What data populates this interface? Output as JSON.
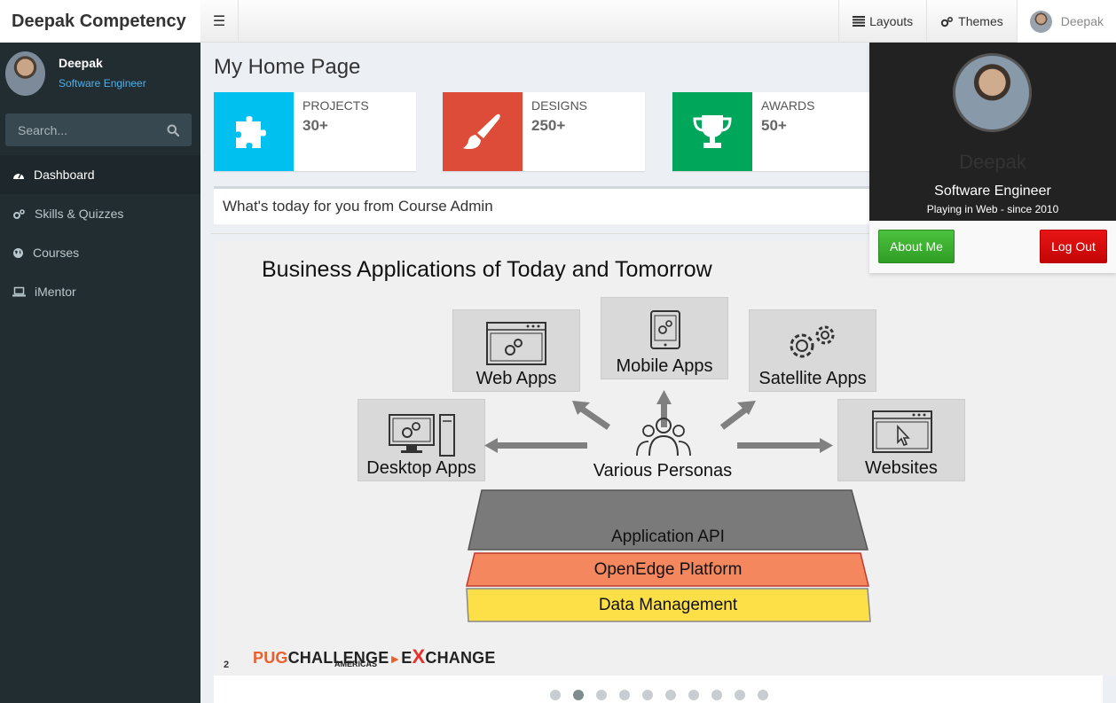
{
  "brand": "Deepak Competency",
  "navbar": {
    "toggle_icon": "bars-icon",
    "layouts_label": "Layouts",
    "themes_label": "Themes",
    "user_name": "Deepak"
  },
  "sidebar": {
    "user_name": "Deepak",
    "user_role": "Software Engineer",
    "search_placeholder": "Search...",
    "items": [
      {
        "label": "Dashboard",
        "icon": "dashboard-icon",
        "active": true
      },
      {
        "label": "Skills & Quizzes",
        "icon": "cogs-icon",
        "active": false
      },
      {
        "label": "Courses",
        "icon": "globe-icon",
        "active": false
      },
      {
        "label": "iMentor",
        "icon": "laptop-icon",
        "active": false
      }
    ]
  },
  "main": {
    "page_title": "My Home Page",
    "info_boxes": [
      {
        "label": "PROJECTS",
        "value": "30+",
        "color": "#00c0ef",
        "icon": "puzzle-icon"
      },
      {
        "label": "DESIGNS",
        "value": "250+",
        "color": "#dd4b39",
        "icon": "paint-brush-icon"
      },
      {
        "label": "AWARDS",
        "value": "50+",
        "color": "#00a65a",
        "icon": "trophy-icon"
      }
    ],
    "today_text": "What's today for you from Course Admin"
  },
  "slide": {
    "title": "Business Applications of Today and Tomorrow",
    "tiles": {
      "web_apps": "Web Apps",
      "mobile_apps": "Mobile Apps",
      "satellite_apps": "Satellite Apps",
      "desktop_apps": "Desktop Apps",
      "websites": "Websites",
      "personas": "Various Personas"
    },
    "layers": {
      "api": "Application API",
      "platform": "OpenEdge Platform",
      "data": "Data Management"
    },
    "slide_number": "2",
    "logo": {
      "pug": "PUG",
      "challenge": "CHALLENGE",
      "e": "E",
      "x": "X",
      "change": "CHANGE",
      "americas": "AMERICAS"
    }
  },
  "carousel": {
    "total_dots": 10,
    "active_index": 1
  },
  "dropdown": {
    "name": "Deepak",
    "role": "Software Engineer",
    "since": "Playing in Web - since 2010",
    "about_label": "About Me",
    "logout_label": "Log Out"
  },
  "colors": {
    "sidebar_bg": "#222d32",
    "accent_blue": "#4fb0e8",
    "layer_api": "#7a7a7a",
    "layer_platform": "#f5875f",
    "layer_data": "#fde047",
    "about_green": "#3cb033",
    "logout_red": "#d90b0b"
  }
}
